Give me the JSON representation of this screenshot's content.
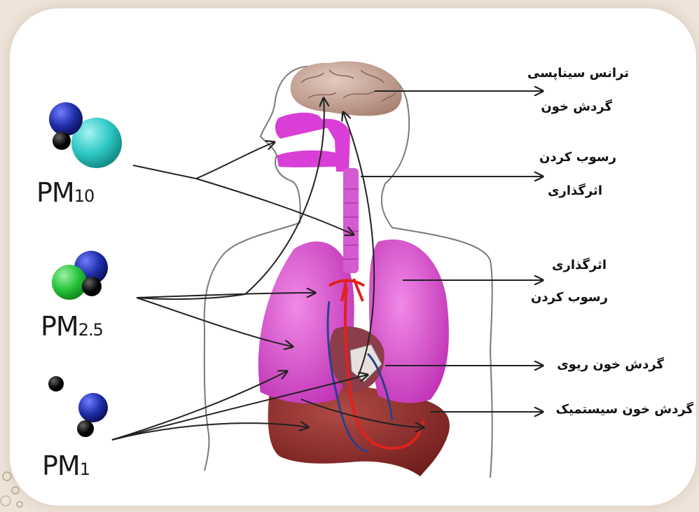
{
  "particles": [
    {
      "id": "pm10",
      "text": "PM",
      "sub": "10",
      "colors": [
        "#1f2fa8",
        "#000000",
        "#2ec8c4"
      ]
    },
    {
      "id": "pm25",
      "text": "PM",
      "sub": "2.5",
      "colors": [
        "#1f2fa8",
        "#000000",
        "#27c43a"
      ]
    },
    {
      "id": "pm1",
      "text": "PM",
      "sub": "1",
      "colors": [
        "#1f2fa8",
        "#000000"
      ]
    }
  ],
  "organ_labels": {
    "brain_line1": "ترانس سیناپسی",
    "brain_line2": "گردش خون",
    "airway_line1": "رسوب کردن",
    "airway_line2": "اثرگذاری",
    "lung_line1": "اثرگذاری",
    "lung_line2": "رسوب کردن",
    "pulmonary": "گردش خون ریوی",
    "systemic": "گردش خون سیستمیک"
  },
  "colors": {
    "airway": "#d93fd6",
    "lungs": "#d84bcf",
    "brain": "#c9a79a",
    "liver": "#8e2a2a",
    "artery": "#e0221e",
    "vein": "#2b3f8f"
  }
}
